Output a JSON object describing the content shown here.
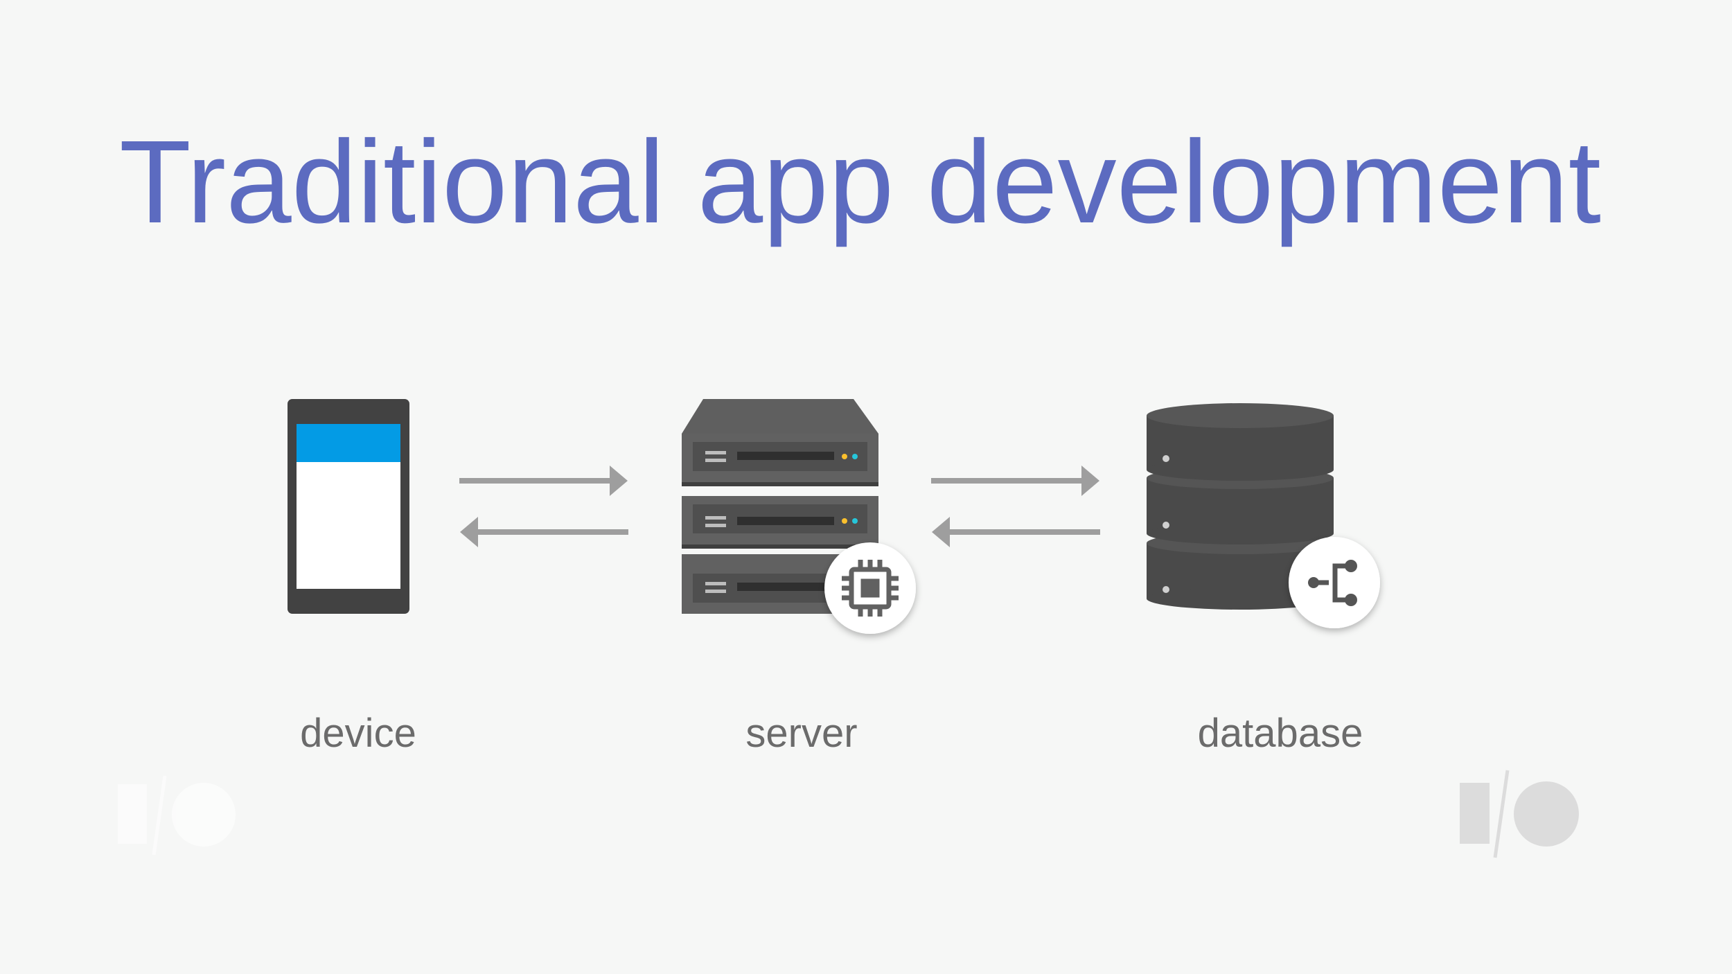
{
  "slide": {
    "title": "Traditional app development",
    "title_color": "#5c6bc0",
    "background_color": "#f6f7f6"
  },
  "nodes": [
    {
      "id": "device",
      "label": "device",
      "icon": "smartphone-icon"
    },
    {
      "id": "server",
      "label": "server",
      "icon": "server-rack-icon",
      "badge_icon": "cpu-chip-icon"
    },
    {
      "id": "database",
      "label": "database",
      "icon": "database-cylinder-icon",
      "badge_icon": "schema-tree-icon"
    }
  ],
  "connections": [
    {
      "from": "device",
      "to": "server",
      "bidirectional": true
    },
    {
      "from": "server",
      "to": "database",
      "bidirectional": true
    }
  ],
  "branding": {
    "logo": "google-io-logo",
    "logo_text": "I/O",
    "logo_color": "#dcdcdc"
  },
  "colors": {
    "arrow": "#9e9e9e",
    "device_body": "#424242",
    "device_appbar": "#039be5",
    "server_body": "#616161",
    "database_body": "#4a4a4a",
    "led_yellow": "#fbc02d",
    "led_cyan": "#26c6da",
    "label_text": "#6b6b6b"
  }
}
